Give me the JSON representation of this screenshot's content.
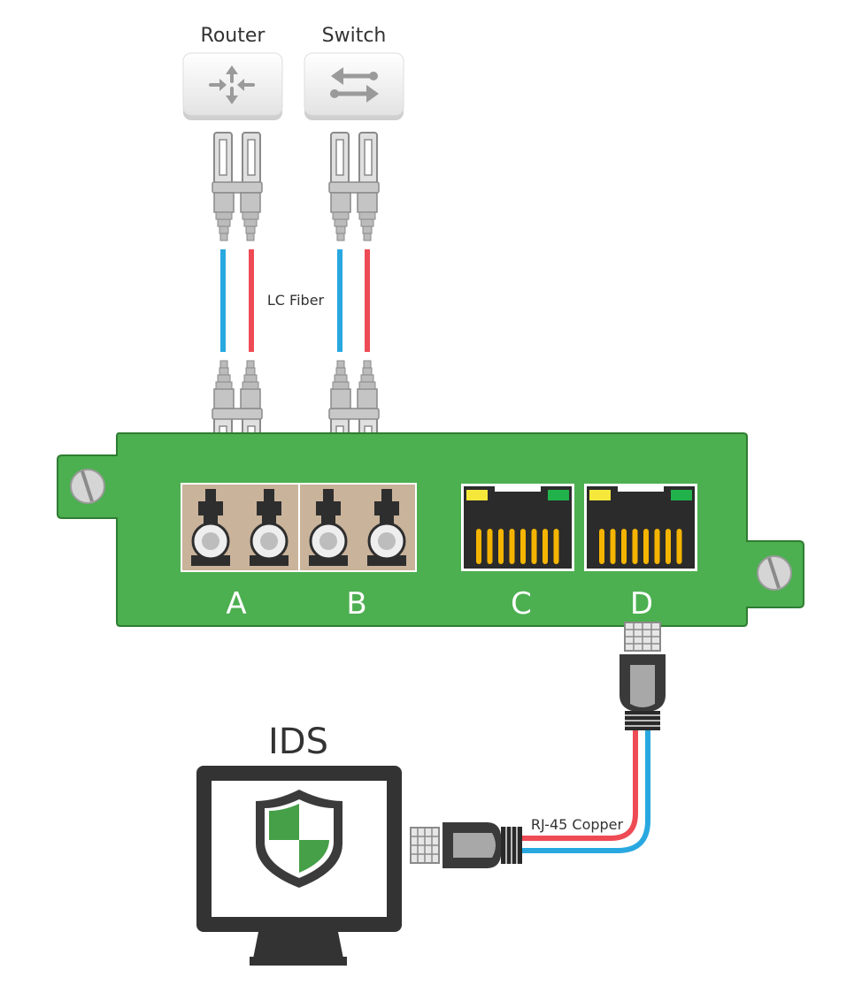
{
  "devices": {
    "router": {
      "label": "Router",
      "icon": "router-icon"
    },
    "switch": {
      "label": "Switch",
      "icon": "switch-icon"
    },
    "ids": {
      "label": "IDS",
      "icon": "shield-icon"
    }
  },
  "cables": {
    "fiber_label": "LC Fiber",
    "copper_label": "RJ-45 Copper"
  },
  "board": {
    "ports": [
      {
        "letter": "A",
        "type": "fiber"
      },
      {
        "letter": "B",
        "type": "fiber"
      },
      {
        "letter": "C",
        "type": "rj45"
      },
      {
        "letter": "D",
        "type": "rj45"
      }
    ]
  },
  "colors": {
    "board_green": "#4caf50",
    "fiber_blue": "#29a8e0",
    "fiber_red": "#ee4b55",
    "connector_gray": "#d2d2d2",
    "monitor_dark": "#333333",
    "shield_green": "#45a047",
    "led_yellow": "#f5e83a",
    "led_green": "#21b24b",
    "pin_orange": "#f5b400",
    "fiber_port_tan": "#c9b39b"
  }
}
